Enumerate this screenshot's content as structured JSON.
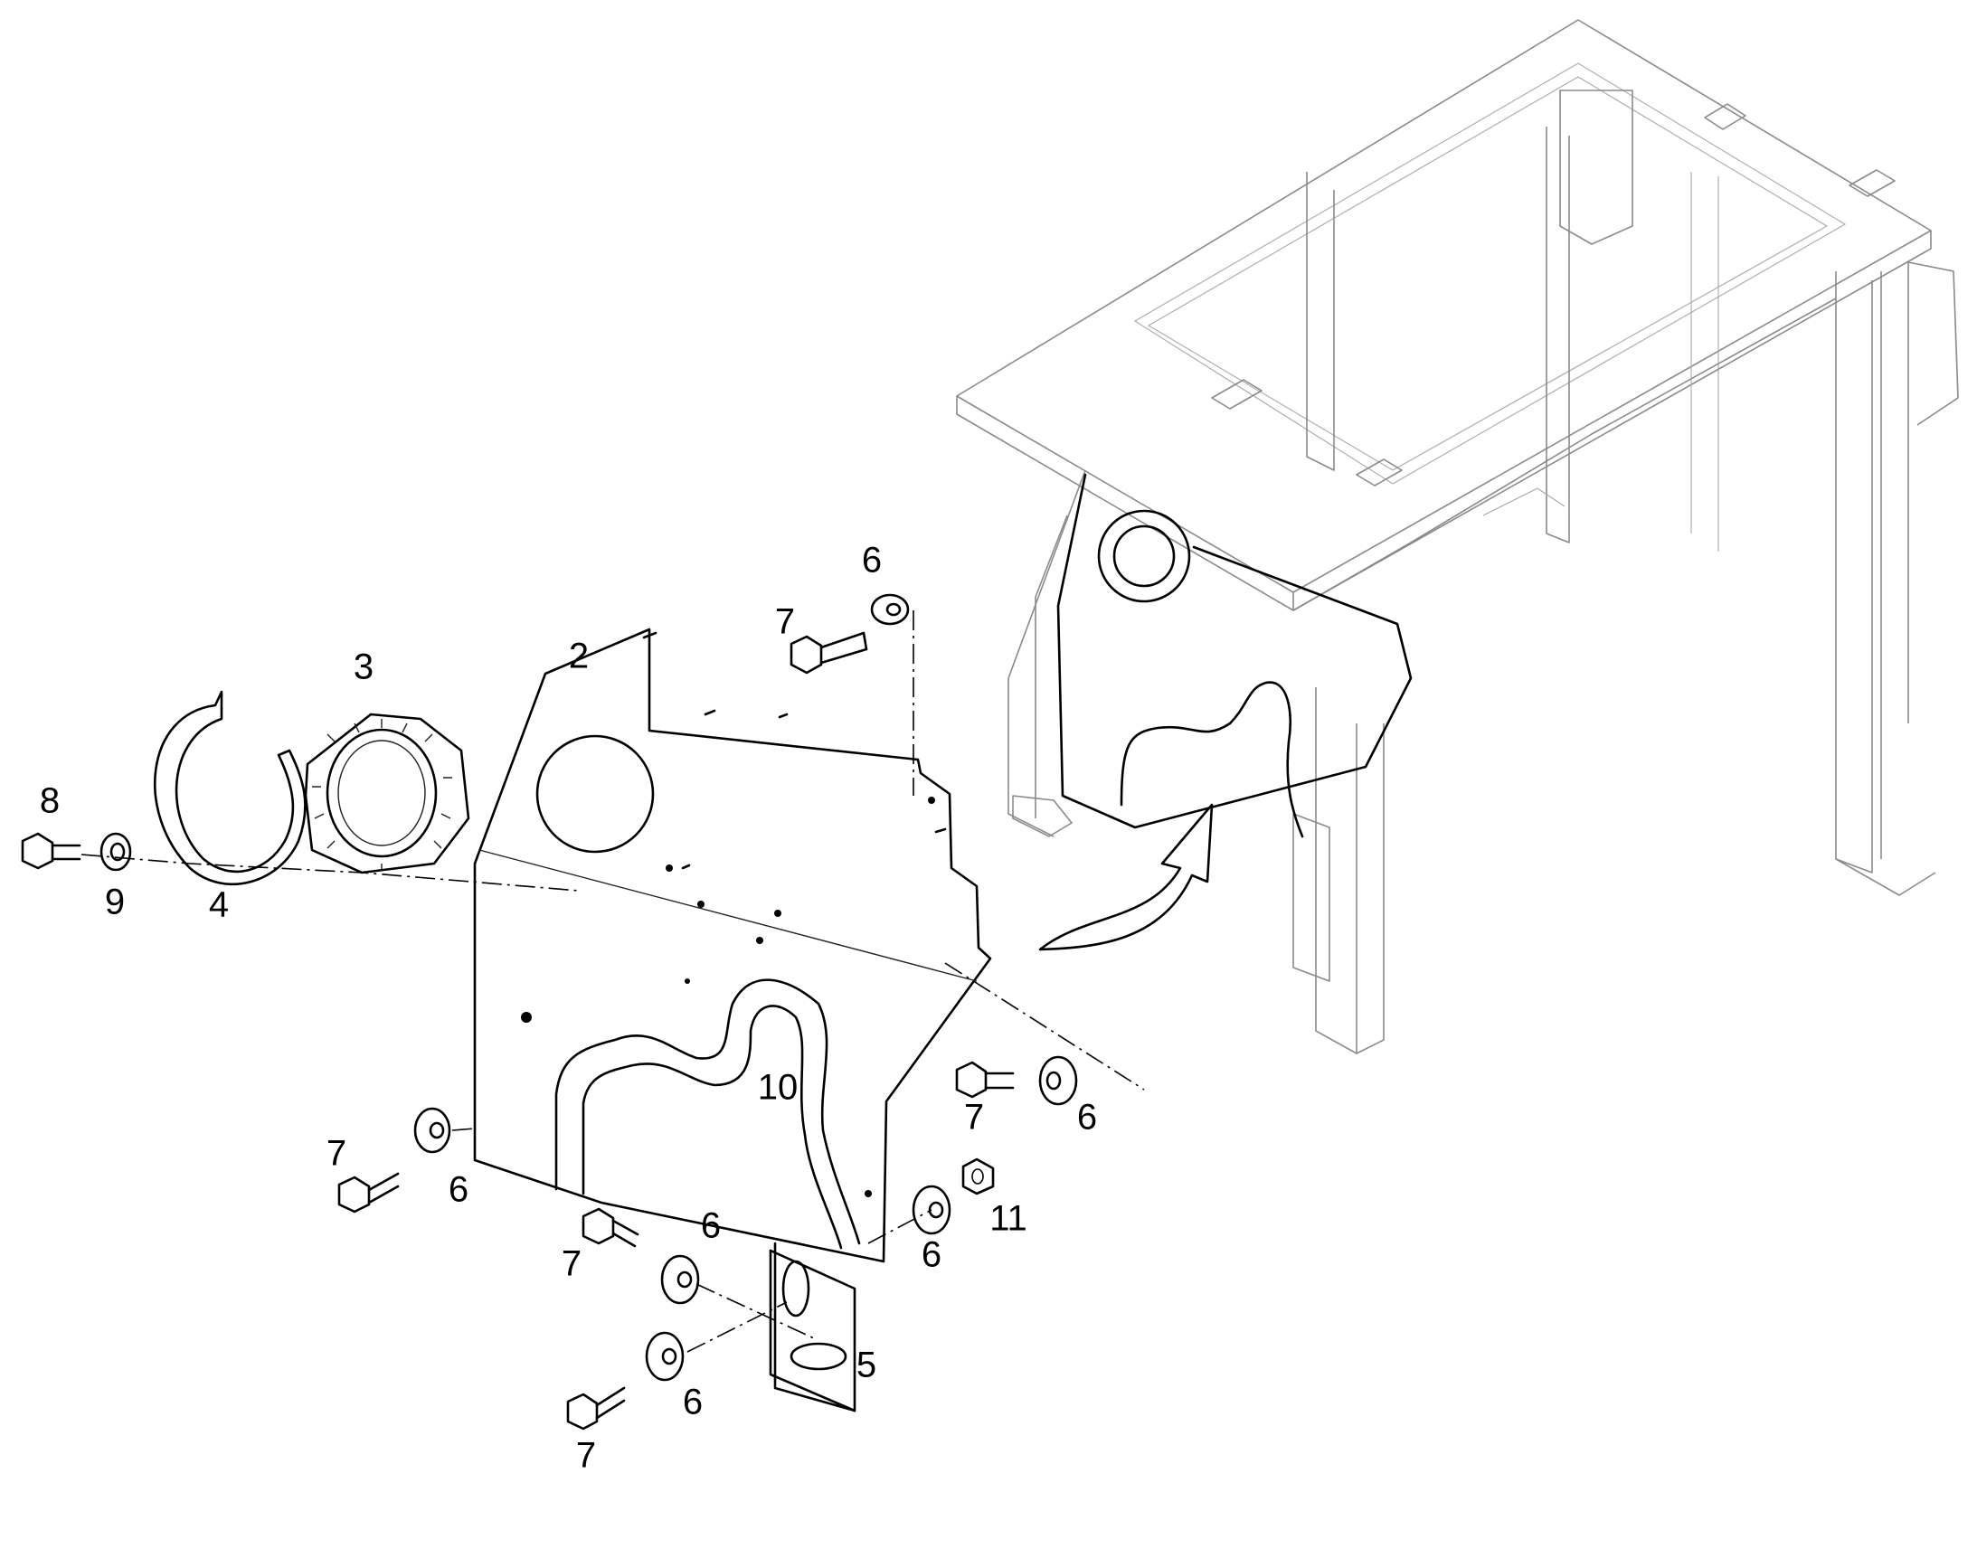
{
  "callouts": [
    {
      "id": "c2",
      "label": "2"
    },
    {
      "id": "c3",
      "label": "3"
    },
    {
      "id": "c4",
      "label": "4"
    },
    {
      "id": "c5",
      "label": "5"
    },
    {
      "id": "c6a",
      "label": "6"
    },
    {
      "id": "c6b",
      "label": "6"
    },
    {
      "id": "c6c",
      "label": "6"
    },
    {
      "id": "c6d",
      "label": "6"
    },
    {
      "id": "c6e",
      "label": "6"
    },
    {
      "id": "c6f",
      "label": "6"
    },
    {
      "id": "c7a",
      "label": "7"
    },
    {
      "id": "c7b",
      "label": "7"
    },
    {
      "id": "c7c",
      "label": "7"
    },
    {
      "id": "c7d",
      "label": "7"
    },
    {
      "id": "c7e",
      "label": "7"
    },
    {
      "id": "c8",
      "label": "8"
    },
    {
      "id": "c9",
      "label": "9"
    },
    {
      "id": "c10",
      "label": "10"
    },
    {
      "id": "c11",
      "label": "11"
    }
  ]
}
